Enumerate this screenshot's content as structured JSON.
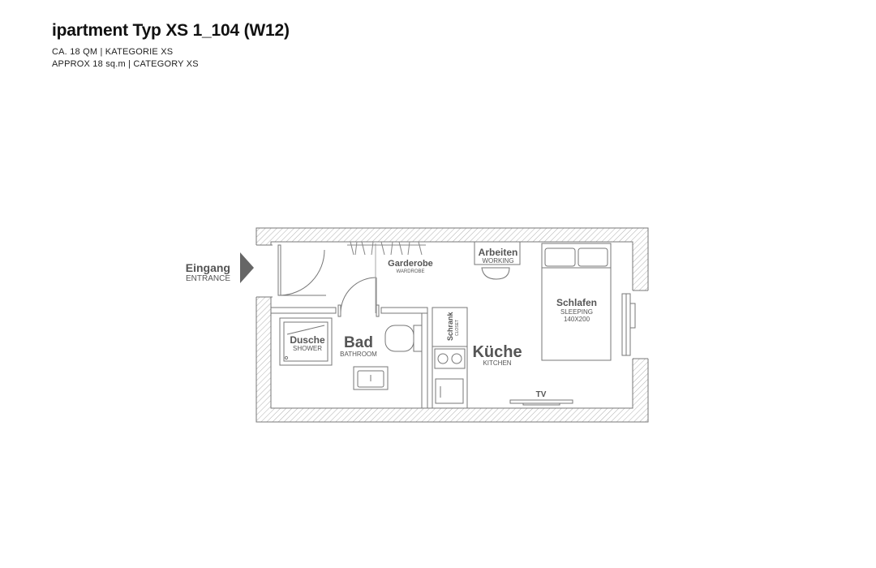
{
  "header": {
    "title": "ipartment Typ XS 1_104 (W12)",
    "line1": "CA. 18 QM | KATEGORIE XS",
    "line2": "APPROX 18 sq.m | CATEGORY XS"
  },
  "rooms": {
    "entrance": {
      "de": "Eingang",
      "en": "ENTRANCE"
    },
    "wardrobe": {
      "de": "Garderobe",
      "en": "WARDROBE"
    },
    "working": {
      "de": "Arbeiten",
      "en": "WORKING"
    },
    "sleeping": {
      "de": "Schlafen",
      "en": "SLEEPING",
      "size": "140X200"
    },
    "shower": {
      "de": "Dusche",
      "en": "SHOWER"
    },
    "bathroom": {
      "de": "Bad",
      "en": "BATHROOM"
    },
    "closet": {
      "de": "Schrank",
      "en": "CLOSET"
    },
    "kitchen": {
      "de": "Küche",
      "en": "KITCHEN"
    },
    "tv": {
      "label": "TV"
    }
  }
}
